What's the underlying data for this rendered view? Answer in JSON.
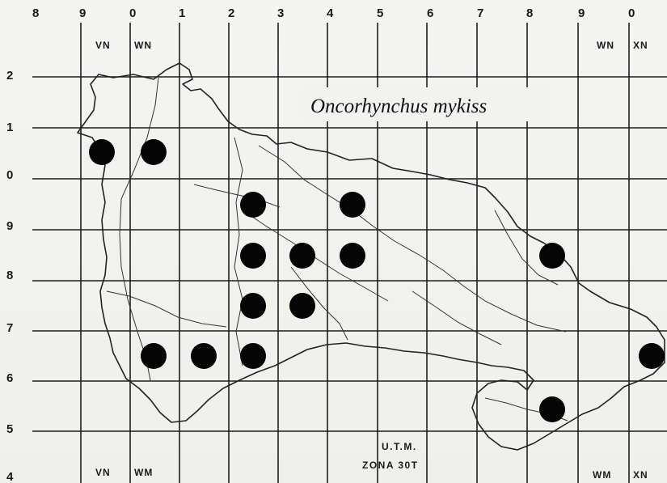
{
  "map": {
    "species_name": "Oncorhynchus mykiss",
    "grid_reference": {
      "utm_label": "U.T.M.",
      "zone_label": "ZONA 30T"
    },
    "x_axis_labels": [
      "8",
      "9",
      "0",
      "1",
      "2",
      "3",
      "4",
      "5",
      "6",
      "7",
      "8",
      "9",
      "0"
    ],
    "y_axis_labels": [
      "2",
      "1",
      "0",
      "9",
      "8",
      "7",
      "6",
      "5",
      "4"
    ],
    "zone_labels_top": [
      "VN",
      "WN",
      "WN",
      "XN"
    ],
    "zone_labels_bottom": [
      "VN",
      "WM",
      "WM",
      "XN"
    ],
    "occurrence_points": [
      {
        "easting_col": 9,
        "northing_row": 0
      },
      {
        "easting_col": 0,
        "northing_row": 0
      },
      {
        "easting_col": 2,
        "northing_row": 9
      },
      {
        "easting_col": 4,
        "northing_row": 9
      },
      {
        "easting_col": 2,
        "northing_row": 8
      },
      {
        "easting_col": 3,
        "northing_row": 8
      },
      {
        "easting_col": 4,
        "northing_row": 8
      },
      {
        "easting_col": 8,
        "northing_row": 8
      },
      {
        "easting_col": 2,
        "northing_row": 7
      },
      {
        "easting_col": 3,
        "northing_row": 7
      },
      {
        "easting_col": 0,
        "northing_row": 6
      },
      {
        "easting_col": 1,
        "northing_row": 6
      },
      {
        "easting_col": 2,
        "northing_row": 6
      },
      {
        "easting_col": 0,
        "northing_row": 6,
        "zone": "XN"
      },
      {
        "easting_col": 8,
        "northing_row": 5
      }
    ],
    "colors": {
      "ink": "#111111",
      "paper": "#f2f2f0"
    }
  }
}
